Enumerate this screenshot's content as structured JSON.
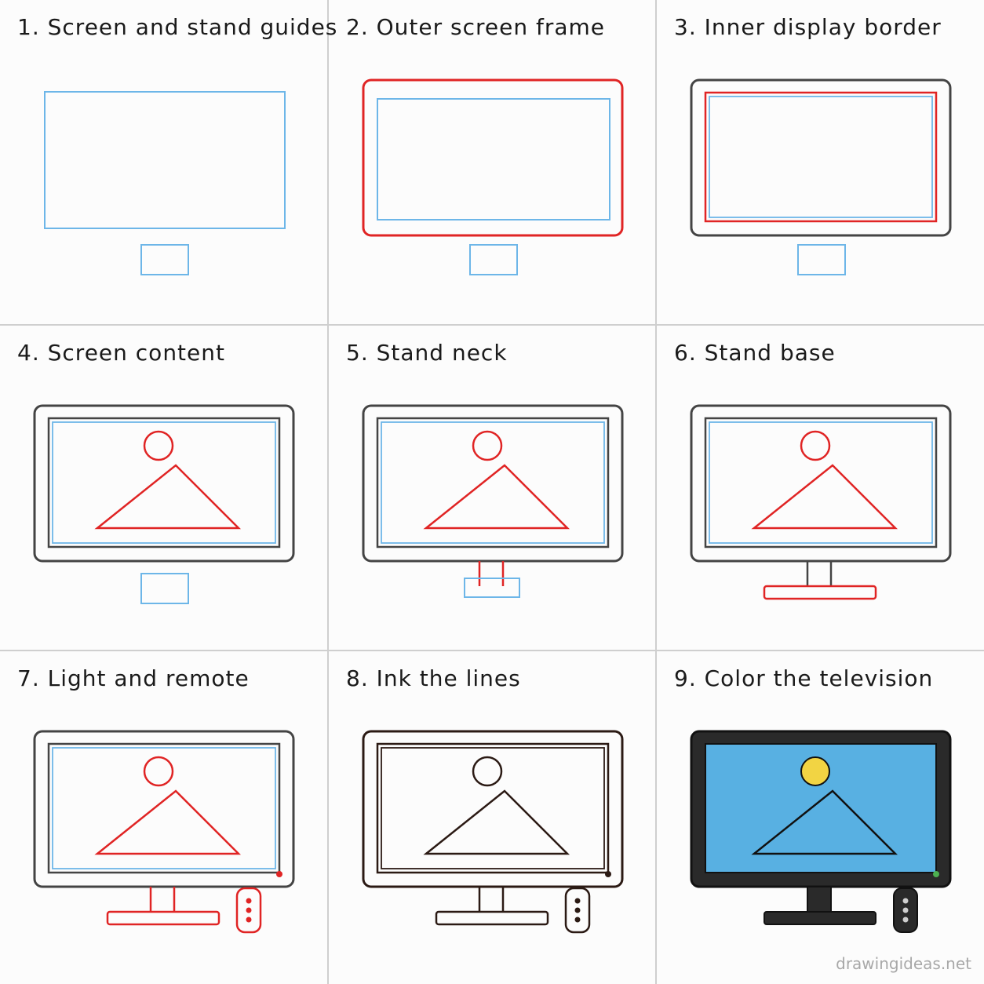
{
  "title": "",
  "colors": {
    "guide_blue": "#6db6e8",
    "step_red": "#e02424",
    "pencil_gray": "#444444",
    "ink_brown": "#2b1a14",
    "screen_fill": "#58b0e2",
    "frame_fill": "#2a2a2a",
    "sun_fill": "#f2d443",
    "light_red": "#e02424",
    "light_green": "#4caf50"
  },
  "steps": [
    {
      "number": "1.",
      "title": "Screen and stand guides",
      "stage": 1
    },
    {
      "number": "2.",
      "title": "Outer screen frame",
      "stage": 2
    },
    {
      "number": "3.",
      "title": "Inner display border",
      "stage": 3
    },
    {
      "number": "4.",
      "title": "Screen content",
      "stage": 4
    },
    {
      "number": "5.",
      "title": "Stand neck",
      "stage": 5
    },
    {
      "number": "6.",
      "title": "Stand base",
      "stage": 6
    },
    {
      "number": "7.",
      "title": "Light and remote",
      "stage": 7
    },
    {
      "number": "8.",
      "title": "Ink the lines",
      "stage": 8
    },
    {
      "number": "9.",
      "title": "Color the television",
      "stage": 9
    }
  ],
  "watermark": "drawingideas.net"
}
